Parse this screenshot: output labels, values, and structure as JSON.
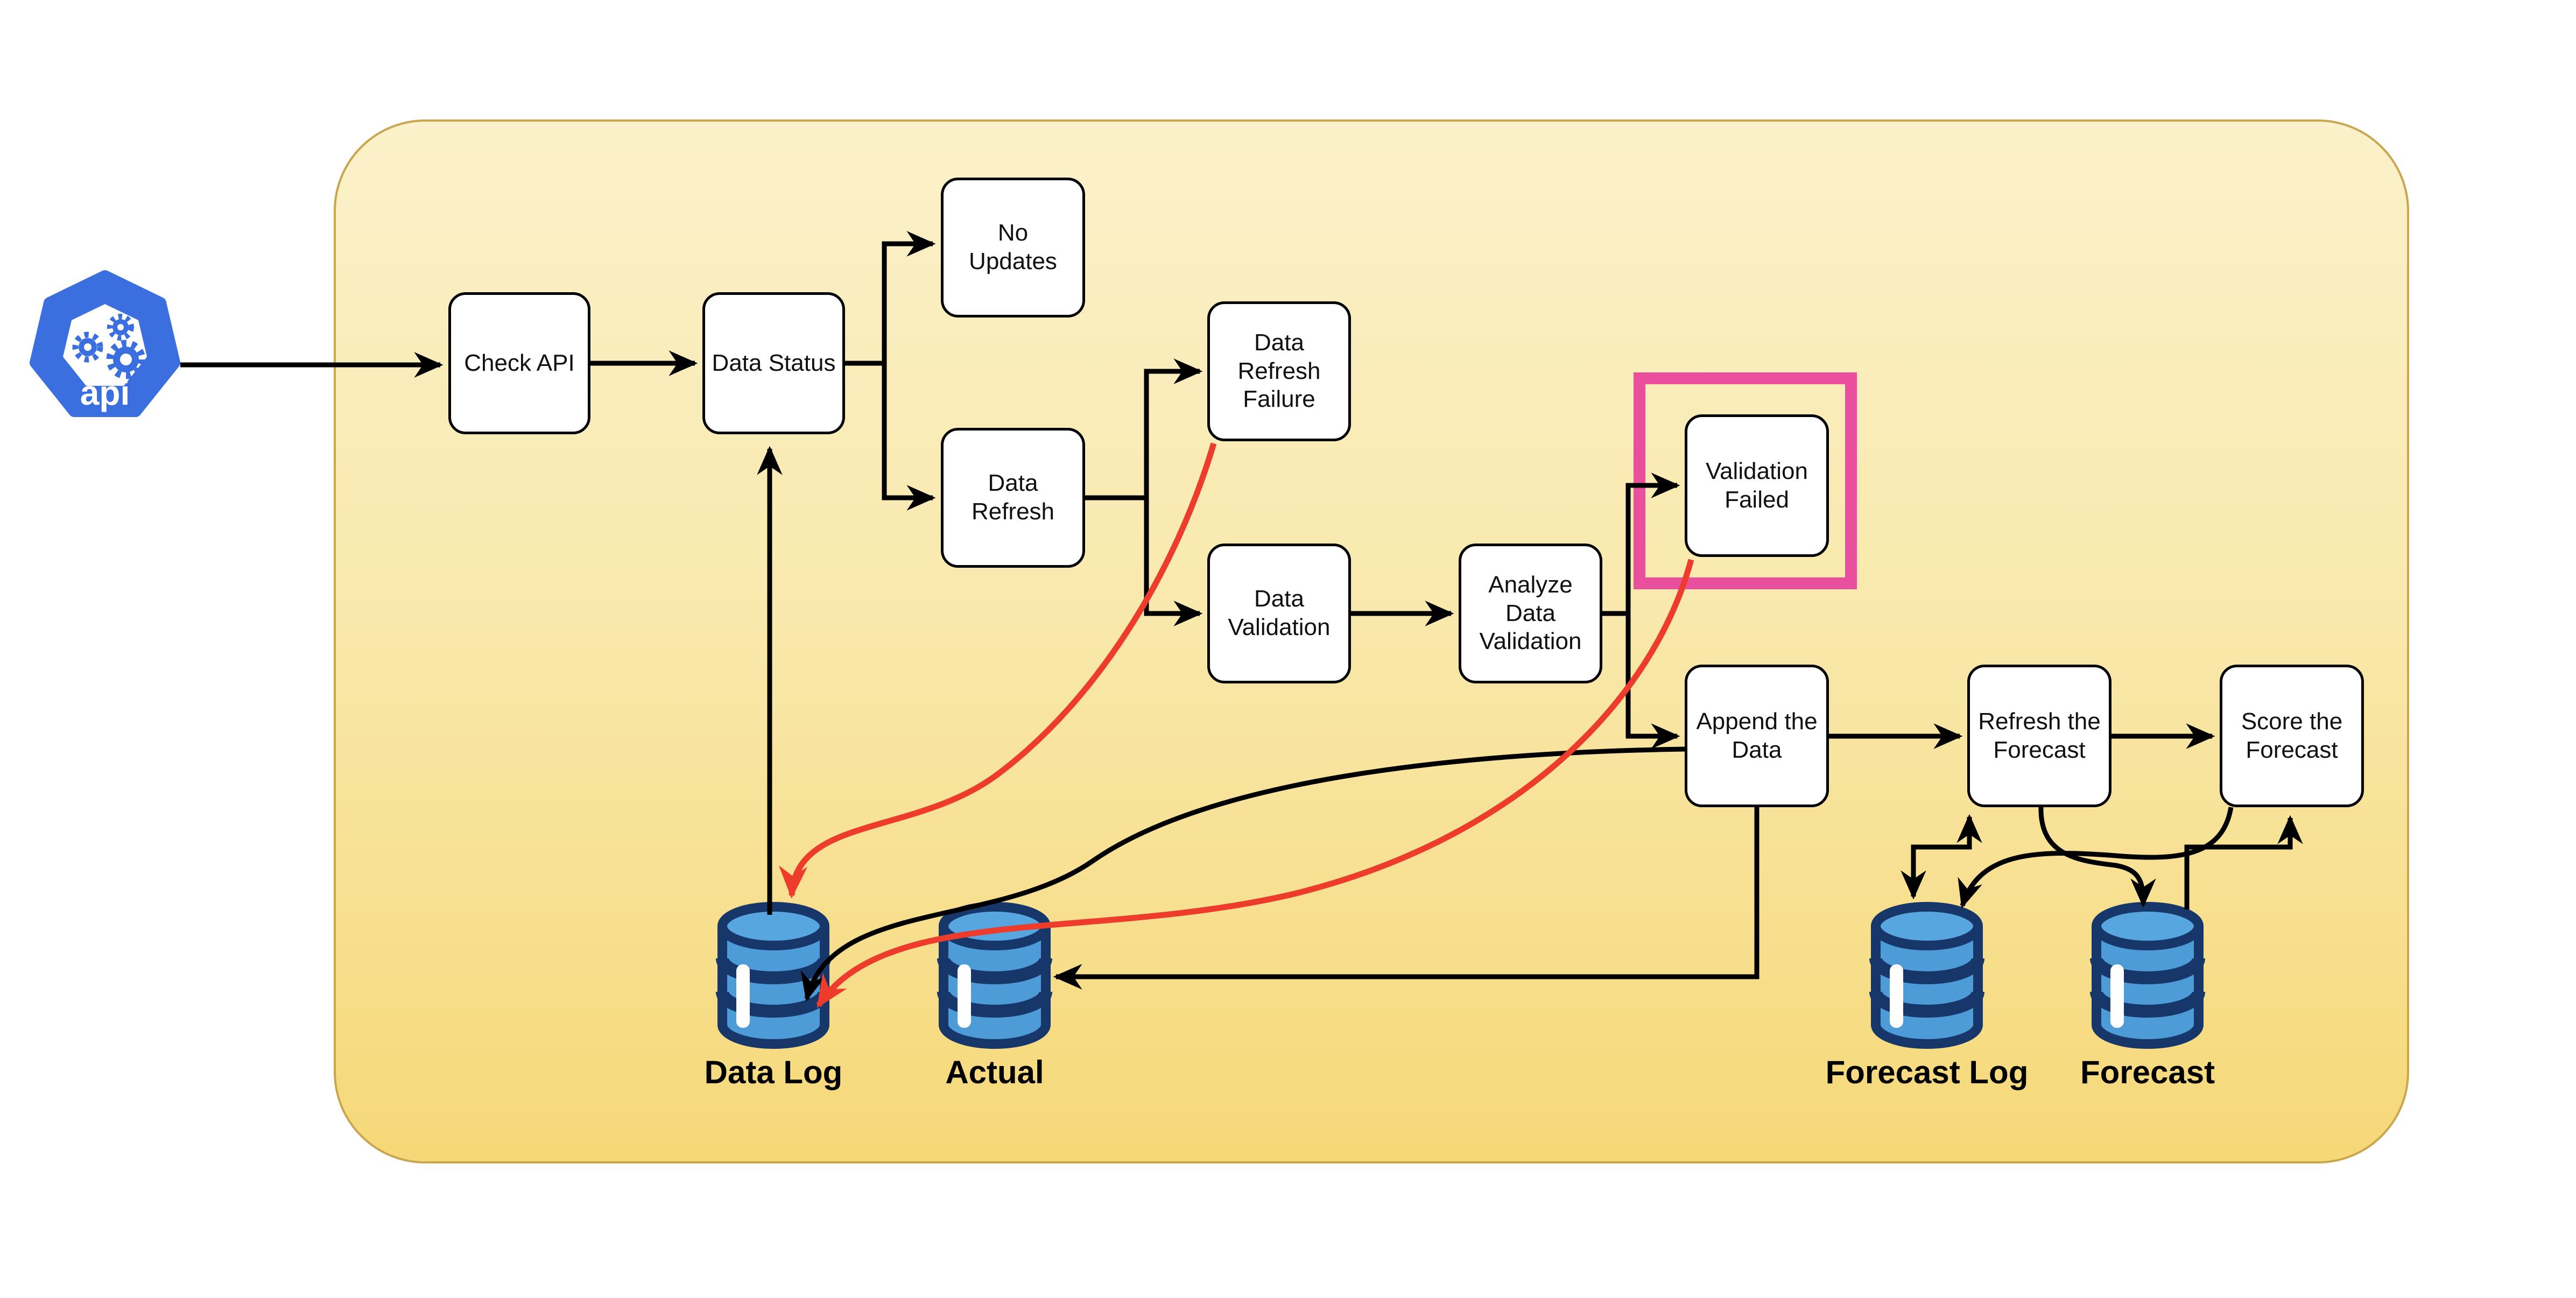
{
  "api_icon": {
    "label": "api"
  },
  "nodes": {
    "check_api": {
      "label": "Check API"
    },
    "data_status": {
      "label": "Data Status"
    },
    "no_updates": {
      "label": "No\nUpdates"
    },
    "data_refresh": {
      "label": "Data\nRefresh"
    },
    "data_refresh_failure": {
      "label": "Data\nRefresh\nFailure"
    },
    "data_validation": {
      "label": "Data\nValidation"
    },
    "analyze_data_validation": {
      "label": "Analyze\nData\nValidation"
    },
    "validation_failed": {
      "label": "Validation\nFailed"
    },
    "append_the_data": {
      "label": "Append the\nData"
    },
    "refresh_the_forecast": {
      "label": "Refresh the\nForecast"
    },
    "score_the_forecast": {
      "label": "Score the\nForecast"
    }
  },
  "databases": {
    "data_log": {
      "label": "Data Log"
    },
    "actual": {
      "label": "Actual"
    },
    "forecast_log": {
      "label": "Forecast Log"
    },
    "forecast": {
      "label": "Forecast"
    }
  },
  "highlight": {
    "target": "validation_failed",
    "color": "#e94f9c"
  },
  "colors": {
    "container_fill_top": "#fbf1ca",
    "container_fill_bottom": "#f6d878",
    "container_border": "#c9a64f",
    "node_fill": "#ffffff",
    "node_border": "#000000",
    "edge_black": "#000000",
    "edge_error_red": "#ed3b2c",
    "db_body_blue": "#4d9cd8",
    "db_top_blue": "#58a6df",
    "db_outline_navy": "#17376b",
    "api_blue": "#3b6fe0"
  }
}
